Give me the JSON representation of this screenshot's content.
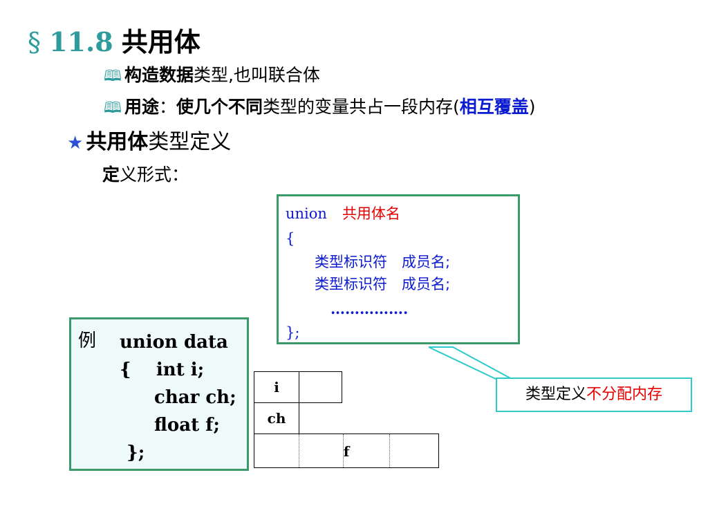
{
  "title": {
    "section_mark": "§",
    "number": "11.8",
    "name": "共用体"
  },
  "bullets": [
    {
      "icon": "book-icon",
      "bold": "构造数据",
      "rest": "类型,也叫联合体"
    },
    {
      "icon": "book-icon",
      "bold": "用途",
      "colon": "：",
      "bold2": "使几个不同",
      "rest": "类型的变量共占一段内存(",
      "highlight": "相互覆盖",
      "close": ")"
    }
  ],
  "section": {
    "icon": "star-icon",
    "bold": "共用体",
    "rest": "类型定义"
  },
  "subheading": {
    "bold": "定",
    "rest": "义形式："
  },
  "syntax": {
    "keyword": "union",
    "name": "共用体名",
    "open": "{",
    "lines": [
      "类型标识符　成员名;",
      "类型标识符　成员名;"
    ],
    "ellipsis": "…………….",
    "close": "};"
  },
  "example": {
    "label": "例",
    "lines": [
      "union data",
      "{    int i;",
      "char ch;",
      "float f;",
      "};"
    ]
  },
  "memory": {
    "cells": [
      "i",
      "ch",
      "f"
    ]
  },
  "callout": {
    "normal": "类型定义",
    "highlight": "不分配内存"
  },
  "colors": {
    "teal": "#2e9c9c",
    "blue": "#0b1bd1",
    "red": "#e60000",
    "green_border": "#3a9a6a",
    "cyan_border": "#2ec9c9"
  }
}
